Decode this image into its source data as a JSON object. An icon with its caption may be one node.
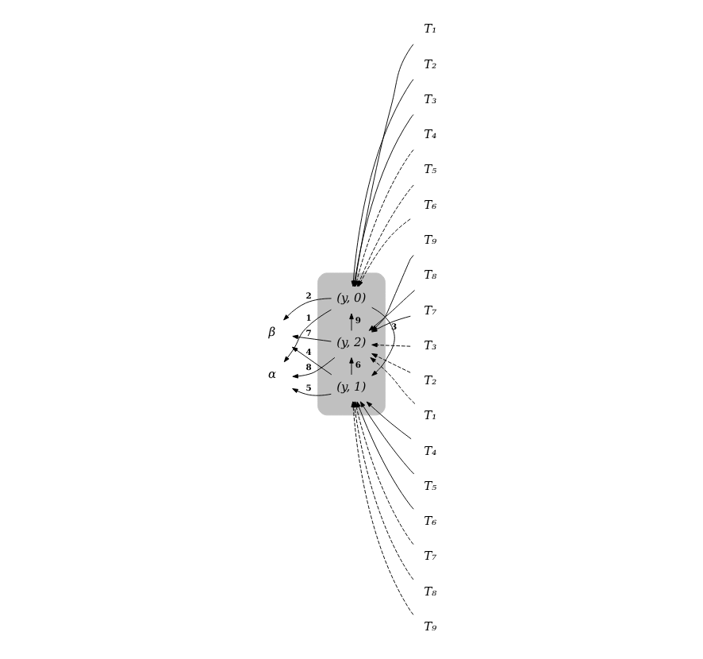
{
  "diagram": {
    "nodes": [
      {
        "text": [],
        "shape": "ellipse"
      },
      {
        "text": [
          "α"
        ]
      },
      {
        "text": [
          "β"
        ]
      },
      {
        "text": [
          "(y, 0)"
        ],
        "in": 0
      },
      {
        "text": [
          "(y, 2)"
        ],
        "in": 0
      },
      {
        "text": [
          "(y, 1)"
        ],
        "in": 0
      },
      {
        "text": [
          "T₁"
        ]
      },
      {
        "text": [
          "T₂"
        ]
      },
      {
        "text": [
          "T₃"
        ]
      },
      {
        "text": [
          "T₄"
        ]
      },
      {
        "text": [
          "T₅"
        ]
      },
      {
        "text": [
          "T₆"
        ]
      },
      {
        "text": [
          "T₉"
        ]
      },
      {
        "text": [
          "T₈"
        ]
      },
      {
        "text": [
          "T₇"
        ]
      },
      {
        "text": [
          "T₃"
        ]
      },
      {
        "text": [
          "T₂"
        ]
      },
      {
        "text": [
          "T₁"
        ]
      },
      {
        "text": [
          "T₄"
        ]
      },
      {
        "text": [
          "T₅"
        ]
      },
      {
        "text": [
          "T₆"
        ]
      },
      {
        "text": [
          "T₇"
        ]
      },
      {
        "text": [
          "T₈"
        ]
      },
      {
        "text": [
          "T₉"
        ]
      }
    ],
    "edges": [
      {
        "from": 3,
        "to": 1,
        "arrow": "to",
        "label": "1"
      },
      {
        "from": 3,
        "to": 2,
        "arrow": "to",
        "label": "2"
      },
      {
        "from": 3,
        "to": 5,
        "arrow": "to",
        "label": "3"
      },
      {
        "from": 5,
        "to": 2,
        "arrow": "to",
        "label": "4"
      },
      {
        "from": 5,
        "to": 1,
        "arrow": "to",
        "label": "5"
      },
      {
        "from": 5,
        "to": 4,
        "arrow": "to",
        "label": "6"
      },
      {
        "from": 4,
        "to": 2,
        "arrow": "to",
        "label": "7"
      },
      {
        "from": 4,
        "to": 1,
        "arrow": "to",
        "label": "8"
      },
      {
        "from": 4,
        "to": 3,
        "arrow": "to",
        "label": "9"
      },
      {
        "from": 6,
        "to": 3,
        "arrow": "to"
      },
      {
        "from": 7,
        "to": 3,
        "arrow": "to"
      },
      {
        "from": 8,
        "to": 3,
        "arrow": "to"
      },
      {
        "from": 9,
        "to": 3,
        "arrow": "to",
        "style": "dashed"
      },
      {
        "from": 10,
        "to": 3,
        "arrow": "to",
        "style": "dashed"
      },
      {
        "from": 11,
        "to": 3,
        "arrow": "to",
        "style": "dashed"
      },
      {
        "from": 12,
        "to": 4,
        "arrow": "to"
      },
      {
        "from": 13,
        "to": 4,
        "arrow": "to"
      },
      {
        "from": 14,
        "to": 4,
        "arrow": "to"
      },
      {
        "from": 15,
        "to": 4,
        "arrow": "to",
        "style": "dashed"
      },
      {
        "from": 16,
        "to": 4,
        "arrow": "to",
        "style": "dashed"
      },
      {
        "from": 17,
        "to": 4,
        "arrow": "to",
        "style": "dashed"
      },
      {
        "from": 18,
        "to": 5,
        "arrow": "to"
      },
      {
        "from": 19,
        "to": 5,
        "arrow": "to"
      },
      {
        "from": 20,
        "to": 5,
        "arrow": "to"
      },
      {
        "from": 21,
        "to": 5,
        "arrow": "to",
        "style": "dashed"
      },
      {
        "from": 22,
        "to": 5,
        "arrow": "to",
        "style": "dashed"
      },
      {
        "from": 23,
        "to": 5,
        "arrow": "to",
        "style": "dashed"
      }
    ]
  }
}
